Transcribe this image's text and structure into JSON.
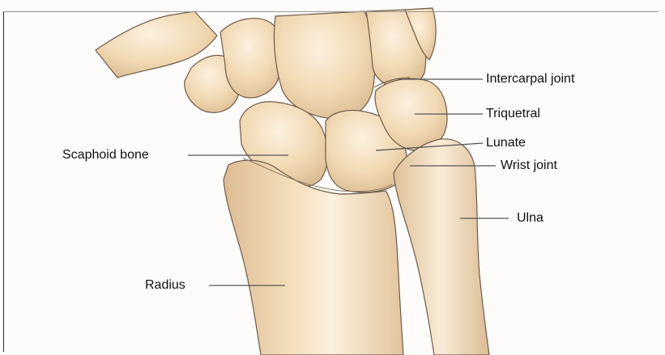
{
  "colors": {
    "bone_fill": "#efd3a9",
    "bone_highlight": "#fbf1df",
    "bone_shade": "#d4b38a",
    "outline": "#6e5c4a",
    "leader_line": "#555555",
    "label_text": "#111111"
  },
  "labels": {
    "intercarpal_joint": "Intercarpal joint",
    "triquetral": "Triquetral",
    "lunate": "Lunate",
    "wrist_joint": "Wrist joint",
    "scaphoid_bone": "Scaphoid bone",
    "ulna": "Ulna",
    "radius": "Radius"
  }
}
